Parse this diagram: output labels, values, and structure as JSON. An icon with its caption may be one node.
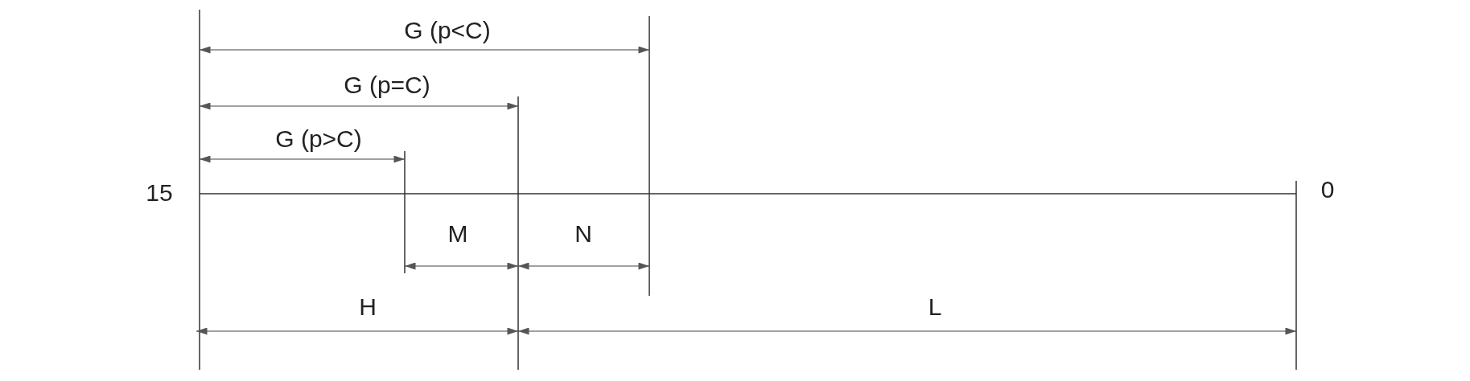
{
  "diagram": {
    "labels": [
      "G (p<C)",
      "G (p=C)",
      "G (p>C)",
      "15",
      "0",
      "M",
      "N",
      "H",
      "L"
    ]
  }
}
